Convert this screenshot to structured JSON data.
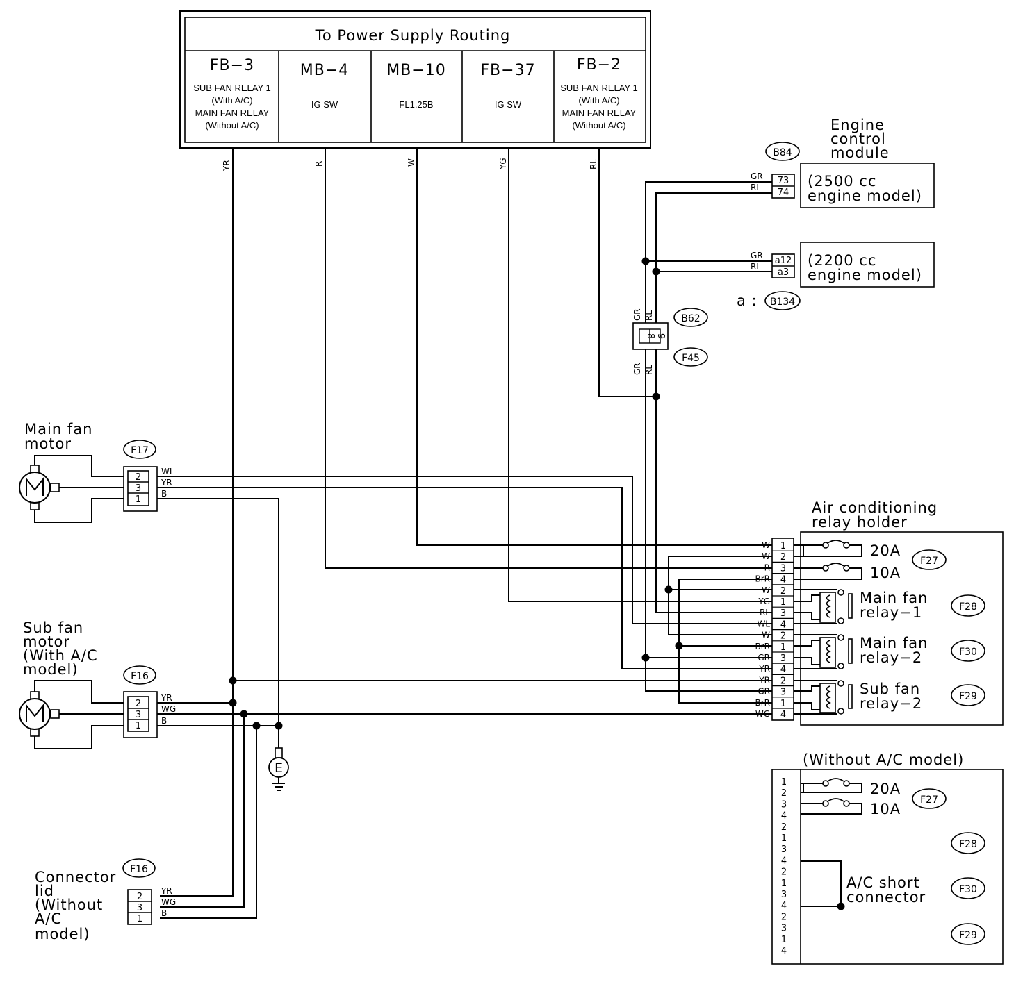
{
  "power_supply": {
    "title": "To Power Supply Routing",
    "columns": [
      {
        "code": "FB−3",
        "desc": [
          "SUB FAN RELAY 1",
          "(With A/C)",
          "MAIN FAN RELAY",
          "(Without A/C)"
        ],
        "wire": "YR"
      },
      {
        "code": "MB−4",
        "desc": [
          "IG SW"
        ],
        "wire": "R"
      },
      {
        "code": "MB−10",
        "desc": [
          "FL1.25B"
        ],
        "wire": "W"
      },
      {
        "code": "FB−37",
        "desc": [
          "IG SW"
        ],
        "wire": "YG"
      },
      {
        "code": "FB−2",
        "desc": [
          "SUB FAN RELAY 1",
          "(With A/C)",
          "MAIN FAN RELAY",
          "(Without A/C)"
        ],
        "wire": "RL"
      }
    ]
  },
  "ecm": {
    "title": [
      "Engine",
      "control",
      "module"
    ],
    "connector": "B84",
    "model_2500": [
      "(2500 cc",
      "engine model)"
    ],
    "pins_2500": [
      "73",
      "74"
    ],
    "model_2200": [
      "(2200 cc",
      "engine model)"
    ],
    "pins_2200": [
      "a12",
      "a3"
    ],
    "wires": [
      "GR",
      "RL"
    ],
    "note_prefix": "a :",
    "note_connector": "B134"
  },
  "intermediate": {
    "connectors": [
      "B62",
      "F45"
    ],
    "pins": [
      "8",
      "9"
    ],
    "wires": [
      "GR",
      "RL"
    ]
  },
  "main_fan": {
    "label": [
      "Main fan",
      "motor"
    ],
    "connector": "F17",
    "pins": [
      "2",
      "3",
      "1"
    ],
    "wires": [
      "WL",
      "YR",
      "B"
    ]
  },
  "sub_fan": {
    "label": [
      "Sub fan",
      "motor",
      "(With A/C",
      "model)"
    ],
    "connector": "F16",
    "pins": [
      "2",
      "3",
      "1"
    ],
    "wires": [
      "YR",
      "WG",
      "B"
    ]
  },
  "connector_lid": {
    "label": [
      "Connector",
      "lid",
      "(Without",
      "A/C",
      "model)"
    ],
    "connector": "F16",
    "pins": [
      "2",
      "3",
      "1"
    ],
    "wires": [
      "YR",
      "WG",
      "B"
    ]
  },
  "ground": {
    "symbol": "E"
  },
  "relay_holder": {
    "title": [
      "Air conditioning",
      "relay holder"
    ],
    "pins": [
      "1",
      "2",
      "3",
      "4",
      "2",
      "1",
      "3",
      "4",
      "2",
      "1",
      "3",
      "4",
      "2",
      "3",
      "1",
      "4"
    ],
    "wires": [
      "W",
      "W",
      "R",
      "BrR",
      "W",
      "YG",
      "RL",
      "WL",
      "W",
      "BrR",
      "GR",
      "YR",
      "YR",
      "GR",
      "BrR",
      "WG"
    ],
    "fuse_20": "20A",
    "fuse_10": "10A",
    "fuse_connector": "F27",
    "relays": [
      {
        "label": [
          "Main fan",
          "relay−1"
        ],
        "connector": "F28"
      },
      {
        "label": [
          "Main fan",
          "relay−2"
        ],
        "connector": "F30"
      },
      {
        "label": [
          "Sub fan",
          "relay−2"
        ],
        "connector": "F29"
      }
    ]
  },
  "without_ac": {
    "title": "(Without A/C model)",
    "pins": [
      "1",
      "2",
      "3",
      "4",
      "2",
      "1",
      "3",
      "4",
      "2",
      "1",
      "3",
      "4",
      "2",
      "3",
      "1",
      "4"
    ],
    "fuse_20": "20A",
    "fuse_10": "10A",
    "connectors": [
      "F27",
      "F28",
      "F30",
      "F29"
    ],
    "short_label": [
      "A/C short",
      "connector"
    ]
  }
}
